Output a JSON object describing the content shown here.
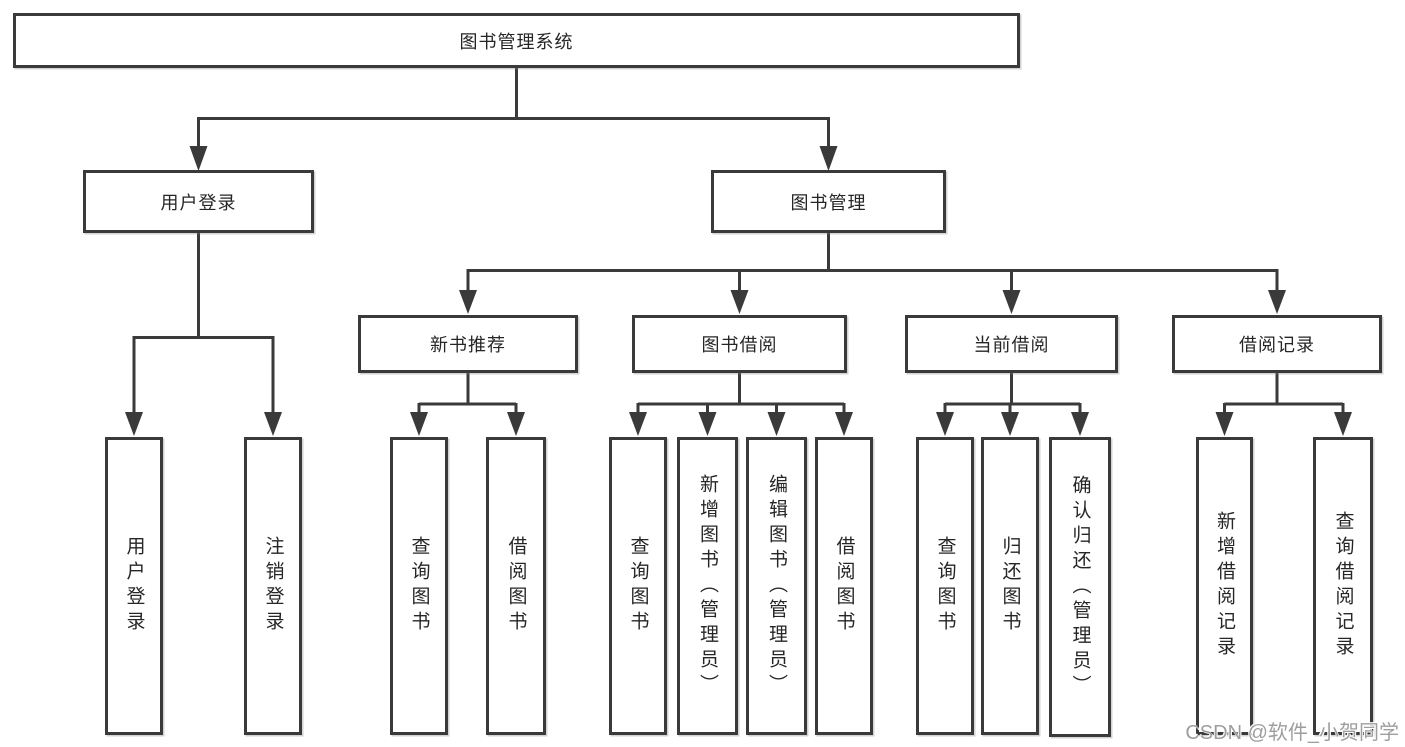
{
  "diagram": {
    "title_note": "library management system functional structure diagram",
    "root": {
      "label": "图书管理系统"
    },
    "level2": [
      {
        "label": "用户登录"
      },
      {
        "label": "图书管理"
      }
    ],
    "level3": [
      {
        "label": "新书推荐"
      },
      {
        "label": "图书借阅"
      },
      {
        "label": "当前借阅"
      },
      {
        "label": "借阅记录"
      }
    ],
    "leaves": {
      "user_login": [
        "用户登录",
        "注销登录"
      ],
      "new_books": [
        "查询图书",
        "借阅图书"
      ],
      "book_borrow": [
        "查询图书",
        "新增图书（管理员）",
        "编辑图书（管理员）",
        "借阅图书"
      ],
      "current_borrow": [
        "查询图书",
        "归还图书",
        "确认归还（管理员）"
      ],
      "borrow_records": [
        "新增借阅记录",
        "查询借阅记录"
      ]
    },
    "colors": {
      "line": "#3a3a3a",
      "text": "#262626",
      "watermark": "#9e9e9e",
      "background": "#ffffff"
    }
  },
  "watermark": {
    "text": "CSDN @软件_小贺同学"
  }
}
